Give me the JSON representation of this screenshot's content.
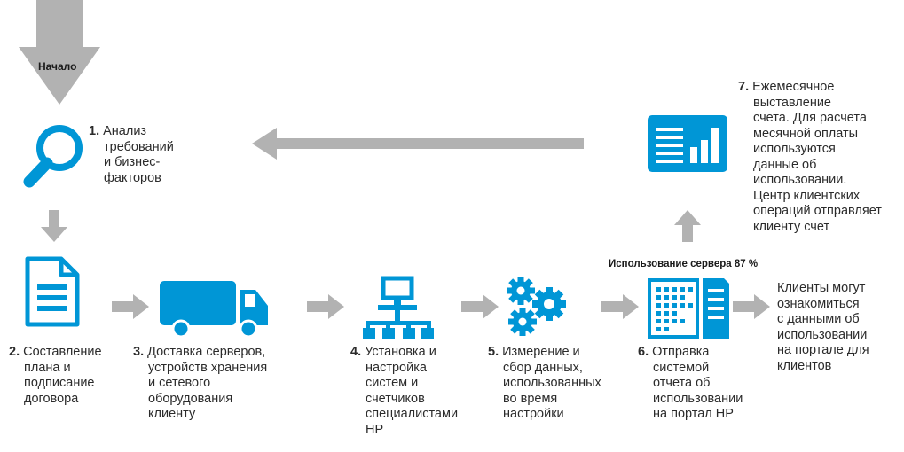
{
  "colors": {
    "blue": "#0096d6",
    "gray": "#b2b2b2",
    "text": "#2b2b2b"
  },
  "start": {
    "label": "Начало"
  },
  "steps": [
    {
      "num": "1.",
      "icon": "magnifier-icon",
      "lines": [
        "Анализ",
        "требований",
        "и бизнес-",
        "факторов"
      ]
    },
    {
      "num": "2.",
      "icon": "document-icon",
      "lines": [
        "Составление",
        "плана и",
        "подписание",
        "договора"
      ]
    },
    {
      "num": "3.",
      "icon": "truck-icon",
      "lines": [
        "Доставка серверов,",
        "устройств хранения",
        "и сетевого",
        "оборудования",
        "клиенту"
      ]
    },
    {
      "num": "4.",
      "icon": "network-icon",
      "lines": [
        "Установка и",
        "настройка",
        "систем и",
        "счетчиков",
        "специалистами",
        "HP"
      ]
    },
    {
      "num": "5.",
      "icon": "gears-icon",
      "lines": [
        "Измерение и",
        "сбор данных,",
        "использованных",
        "во время",
        "настройки"
      ]
    },
    {
      "num": "6.",
      "icon": "meter-report-icon",
      "lines": [
        "Отправка",
        "системой",
        "отчета об",
        "использовании",
        "на портал HP"
      ]
    },
    {
      "num": "7.",
      "icon": "invoice-chart-icon",
      "lines": [
        "Ежемесячное",
        "выставление",
        "счета. Для расчета",
        "месячной оплаты",
        "используются",
        "данные об",
        "использовании.",
        "Центр клиентских",
        "операций отправляет",
        "клиенту счет"
      ]
    }
  ],
  "server_usage": {
    "label": "Использование сервера 87 %"
  },
  "portal_note": {
    "lines": [
      "Клиенты могут",
      "ознакомиться",
      "с данными об",
      "использовании",
      "на портале для",
      "клиентов"
    ]
  }
}
